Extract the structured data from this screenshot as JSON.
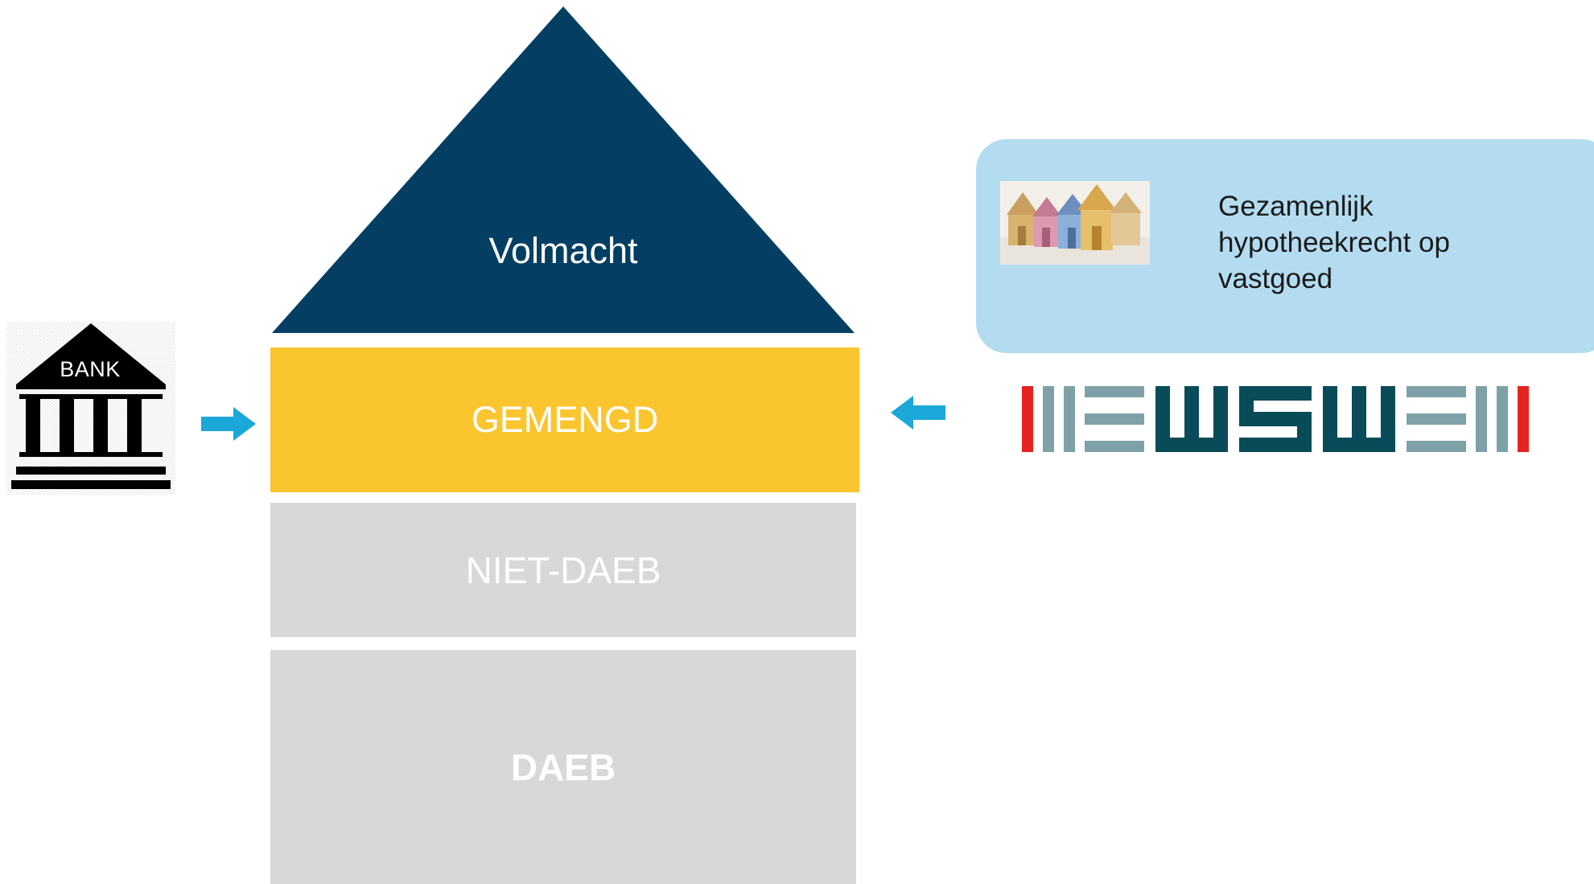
{
  "roof": {
    "label": "Volmacht",
    "color": "#043f63"
  },
  "floors": [
    {
      "label": "GEMENGD",
      "color": "#fbc52f"
    },
    {
      "label": "NIET-DAEB",
      "color": "#d8d8d8"
    },
    {
      "label": "DAEB",
      "color": "#d8d8d8"
    }
  ],
  "bank": {
    "label": "BANK",
    "icon": "bank-building-icon"
  },
  "arrows": {
    "color": "#1ba7d8"
  },
  "callout": {
    "text_line1": "Gezamenlijk",
    "text_line2": "hypotheekrecht op",
    "text_line3": "vastgoed",
    "image": "money-houses-image",
    "background": "#b3dcf0"
  },
  "wsw_logo": {
    "icon": "wsw-logo",
    "accent": "#e52421",
    "teal": "#0a4b59",
    "grey": "#7ea1a8"
  }
}
